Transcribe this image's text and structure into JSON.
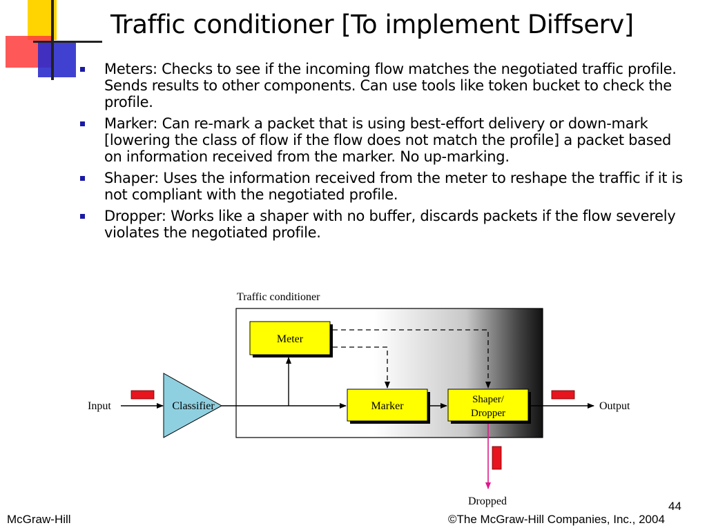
{
  "slide": {
    "title": "Traffic conditioner [To implement Diffserv]",
    "bullets": [
      "Meters: Checks to see if the incoming flow matches the negotiated traffic profile. Sends results to other components. Can use tools like token bucket to check the profile.",
      "Marker: Can re-mark a packet that is using best-effort delivery or down-mark [lowering the class of flow if the flow does not match the profile] a packet based on information received from the marker. No up-marking.",
      "Shaper: Uses the information received from the meter to reshape the traffic if it is not compliant with the negotiated profile.",
      "Dropper: Works like a shaper with no buffer, discards packets if the flow severely violates the negotiated profile."
    ],
    "page_number": "44"
  },
  "diagram": {
    "container_label": "Traffic conditioner",
    "meter": "Meter",
    "classifier": "Classifier",
    "marker": "Marker",
    "shaper_line1": "Shaper/",
    "shaper_line2": "Dropper",
    "input": "Input",
    "output": "Output",
    "dropped": "Dropped"
  },
  "footer": {
    "left": "McGraw-Hill",
    "right": "©The McGraw-Hill Companies, Inc., 2004"
  },
  "colors": {
    "box_fill": "#ffff00",
    "classifier_fill": "#8fd0e0",
    "packet": "#e8141e",
    "drop_arrow": "#e0188c",
    "bullet": "#1a1aa6"
  }
}
